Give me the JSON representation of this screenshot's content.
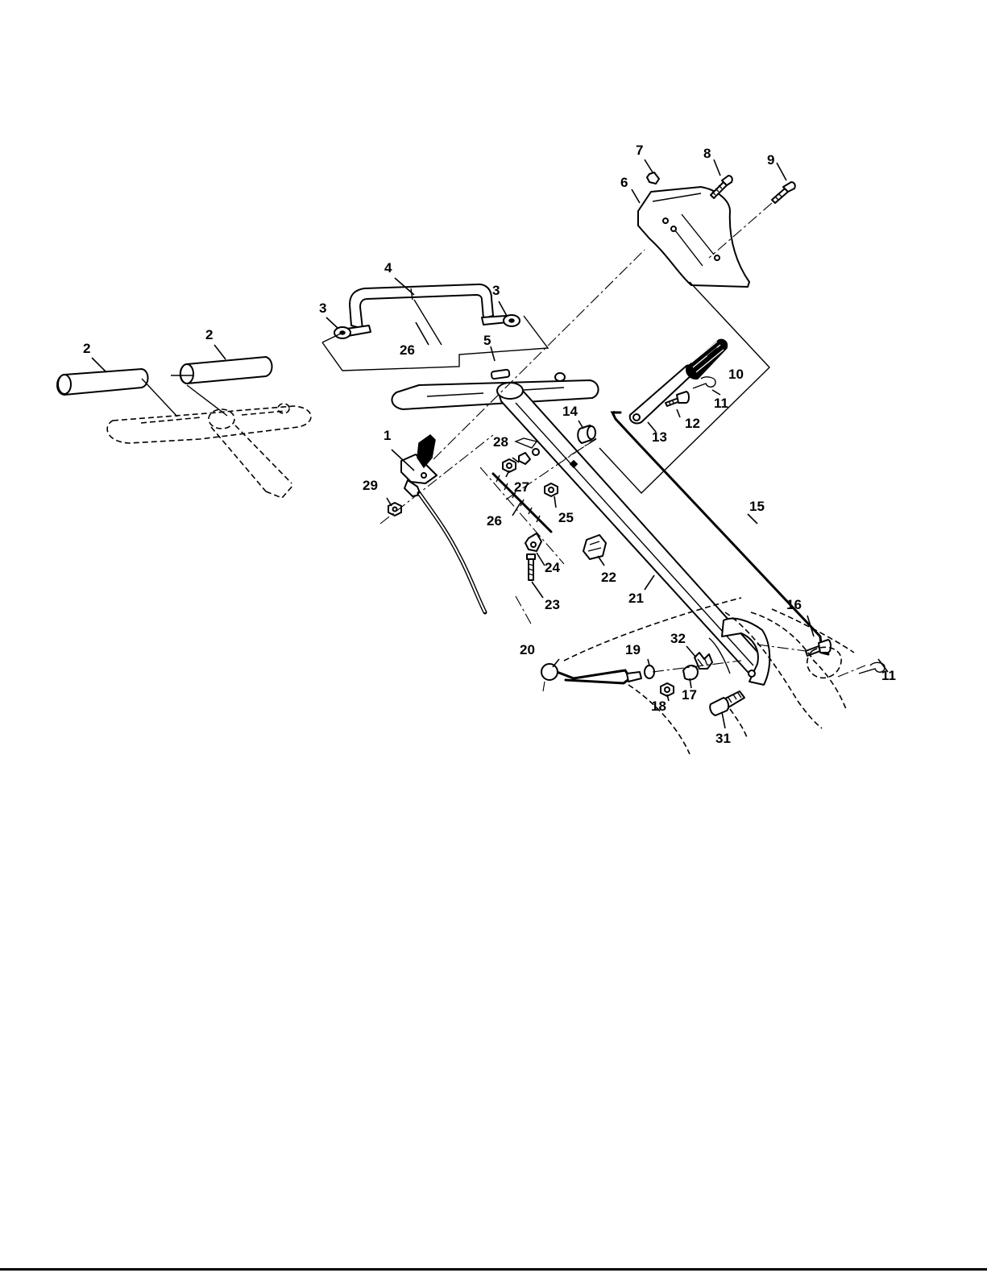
{
  "callouts": [
    {
      "id": "c1",
      "label": "1"
    },
    {
      "id": "c2a",
      "label": "2"
    },
    {
      "id": "c2b",
      "label": "2"
    },
    {
      "id": "c3a",
      "label": "3"
    },
    {
      "id": "c3b",
      "label": "3"
    },
    {
      "id": "c4",
      "label": "4"
    },
    {
      "id": "c5",
      "label": "5"
    },
    {
      "id": "c6",
      "label": "6"
    },
    {
      "id": "c7",
      "label": "7"
    },
    {
      "id": "c8",
      "label": "8"
    },
    {
      "id": "c9",
      "label": "9"
    },
    {
      "id": "c10",
      "label": "10"
    },
    {
      "id": "c11a",
      "label": "11"
    },
    {
      "id": "c11b",
      "label": "11"
    },
    {
      "id": "c12",
      "label": "12"
    },
    {
      "id": "c13",
      "label": "13"
    },
    {
      "id": "c14",
      "label": "14"
    },
    {
      "id": "c15",
      "label": "15"
    },
    {
      "id": "c16",
      "label": "16"
    },
    {
      "id": "c17",
      "label": "17"
    },
    {
      "id": "c18",
      "label": "18"
    },
    {
      "id": "c19",
      "label": "19"
    },
    {
      "id": "c20",
      "label": "20"
    },
    {
      "id": "c21",
      "label": "21"
    },
    {
      "id": "c22",
      "label": "22"
    },
    {
      "id": "c23",
      "label": "23"
    },
    {
      "id": "c24",
      "label": "24"
    },
    {
      "id": "c25",
      "label": "25"
    },
    {
      "id": "c26a",
      "label": "26"
    },
    {
      "id": "c26b",
      "label": "26"
    },
    {
      "id": "c27",
      "label": "27"
    },
    {
      "id": "c28",
      "label": "28"
    },
    {
      "id": "c29",
      "label": "29"
    },
    {
      "id": "c31",
      "label": "31"
    },
    {
      "id": "c32",
      "label": "32"
    }
  ],
  "colors": {
    "line": "#000000",
    "background": "#ffffff"
  }
}
